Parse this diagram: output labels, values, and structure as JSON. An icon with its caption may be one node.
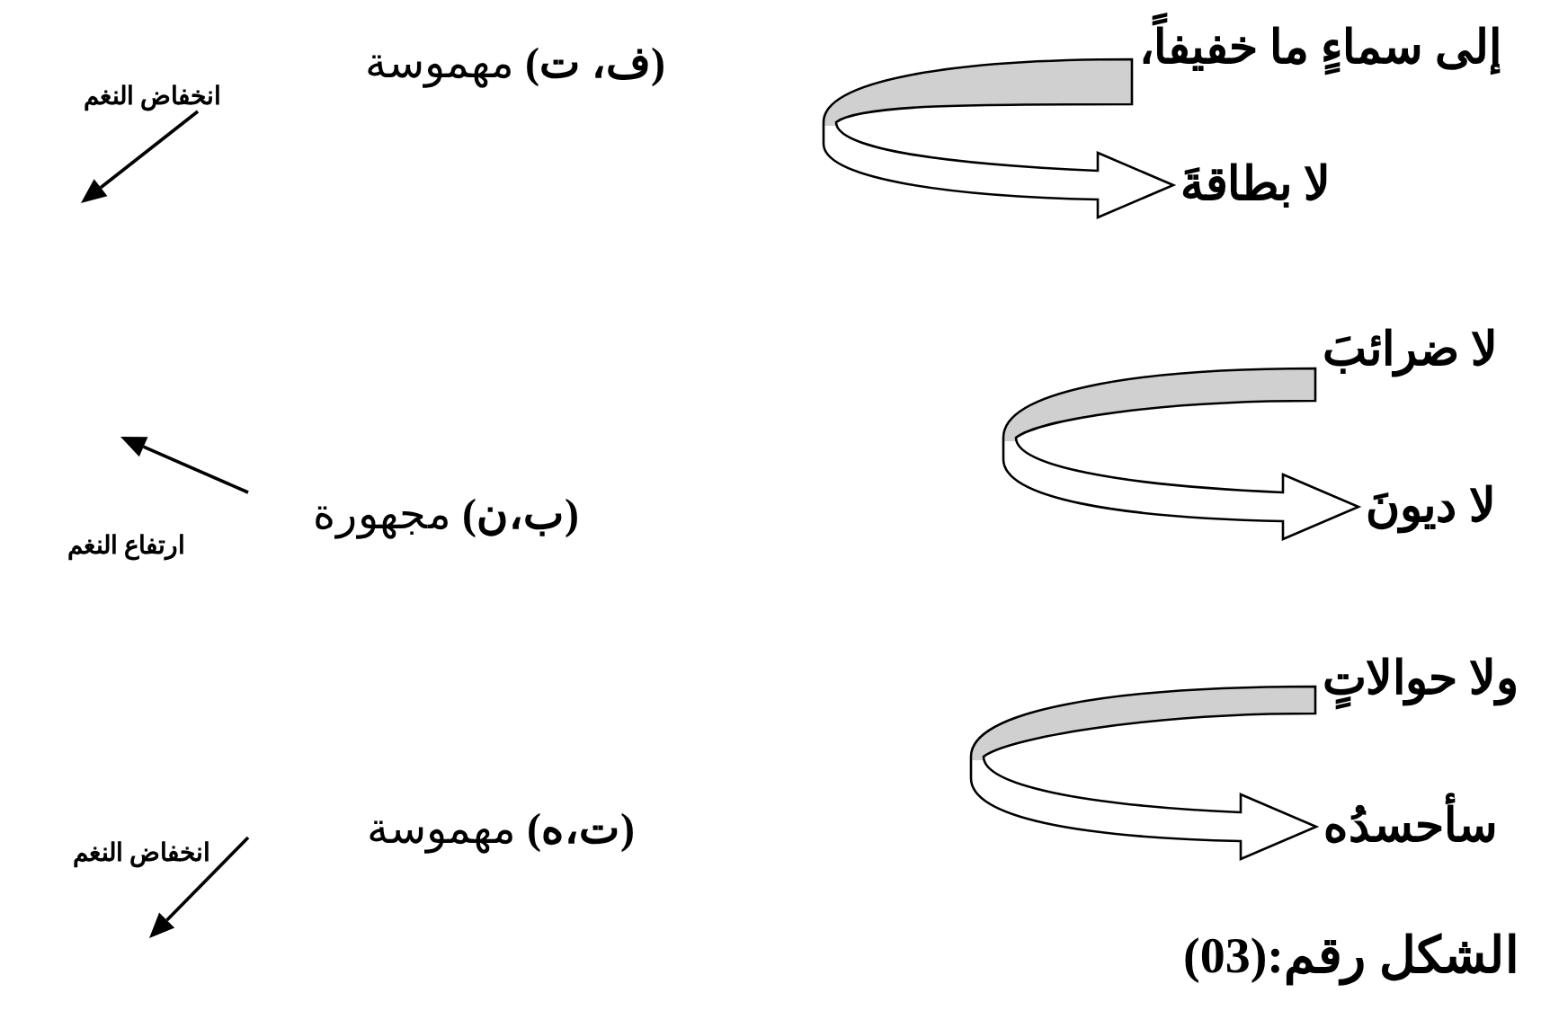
{
  "diagram": {
    "caption": "الشكل رقم:(03)",
    "nodes": [
      {
        "text": [
          "إلى سماءٍ ما خفيفاً،"
        ]
      },
      {
        "text": [
          "لا بطاقةَ"
        ]
      },
      {
        "text": [
          "لا ضرائبَ"
        ]
      },
      {
        "text": [
          "لا ديونَ"
        ]
      },
      {
        "text": [
          "ولا حوالاتٍ"
        ]
      },
      {
        "text": [
          "سأحسدُه"
        ]
      }
    ],
    "edges": [
      {
        "from": 0,
        "to": 1,
        "arrow": "to"
      },
      {
        "from": 2,
        "to": 3,
        "arrow": "to"
      },
      {
        "from": 4,
        "to": 5,
        "arrow": "to"
      }
    ],
    "labels": [
      "**(ف، ت)** مهموسة",
      "انخفاض النغم",
      "**(ب،ن)** مجهورة",
      "ارتفاع النغم",
      "**(ت،ه)** مهموسة",
      "انخفاض النغم"
    ]
  }
}
